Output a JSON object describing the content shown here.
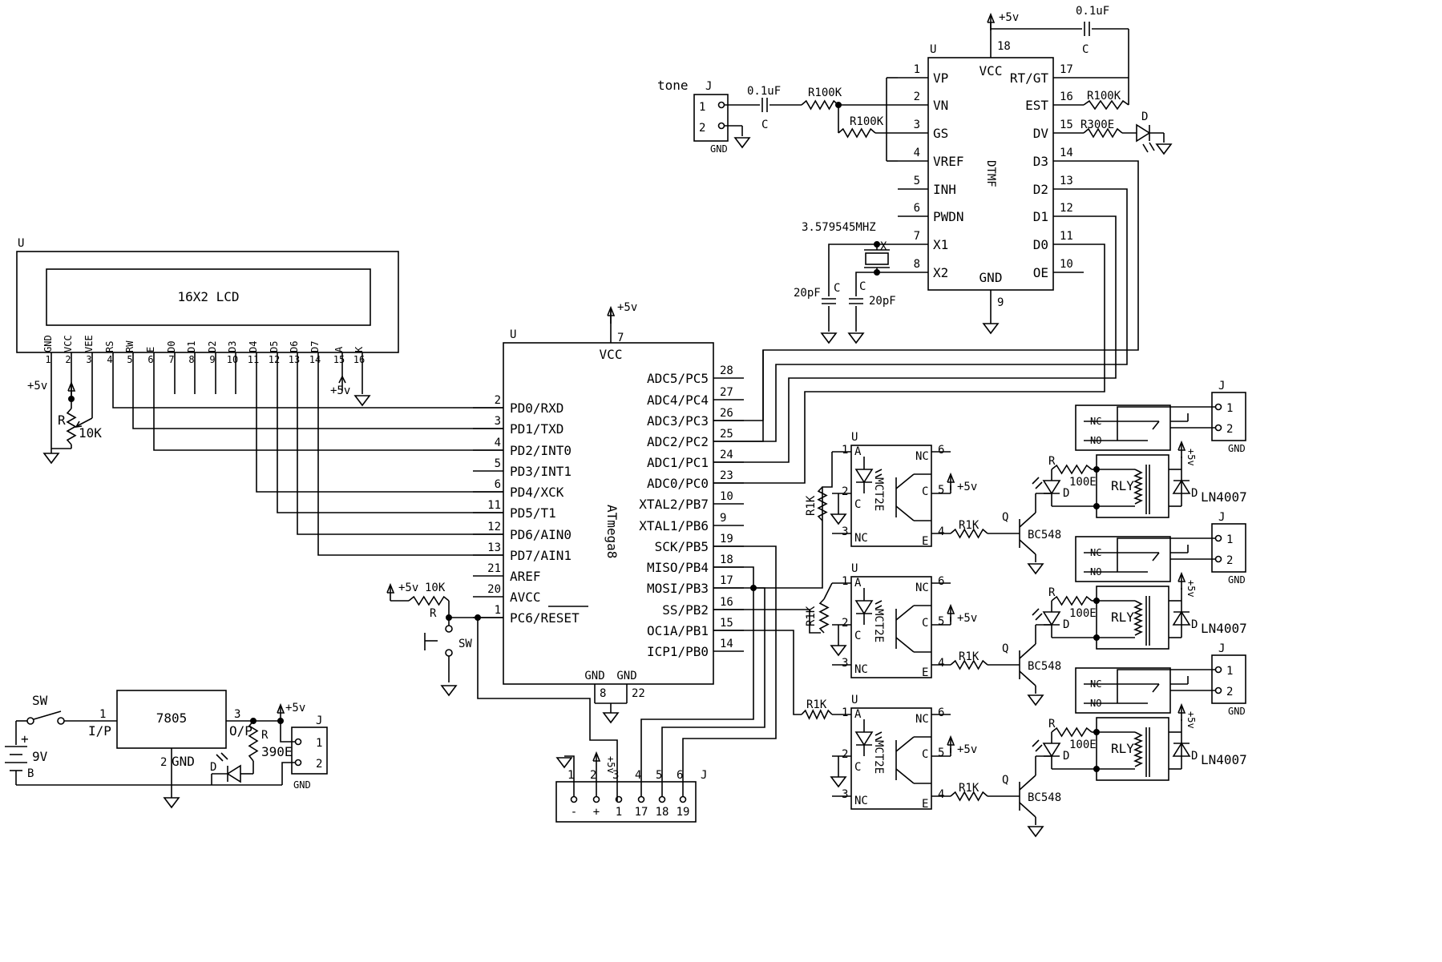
{
  "lcd": {
    "ref": "U",
    "name": "16X2 LCD",
    "pins": [
      {
        "num": "1",
        "name": "GND"
      },
      {
        "num": "2",
        "name": "VCC"
      },
      {
        "num": "3",
        "name": "VEE"
      },
      {
        "num": "4",
        "name": "RS"
      },
      {
        "num": "5",
        "name": "RW"
      },
      {
        "num": "6",
        "name": "E"
      },
      {
        "num": "7",
        "name": "D0"
      },
      {
        "num": "8",
        "name": "D1"
      },
      {
        "num": "9",
        "name": "D2"
      },
      {
        "num": "10",
        "name": "D3"
      },
      {
        "num": "11",
        "name": "D4"
      },
      {
        "num": "12",
        "name": "D5"
      },
      {
        "num": "13",
        "name": "D6"
      },
      {
        "num": "14",
        "name": "D7"
      },
      {
        "num": "15",
        "name": "A"
      },
      {
        "num": "16",
        "name": "K"
      }
    ],
    "supply": "+5v",
    "pot_ref": "R",
    "pot_value": "10K",
    "backlight_supply": "+5v"
  },
  "mcu": {
    "ref": "U",
    "name": "ATmega8",
    "vcc_pin": "7",
    "vcc_label": "VCC",
    "supply": "+5v",
    "left_pins": [
      {
        "num": "2",
        "name": "PD0/RXD"
      },
      {
        "num": "3",
        "name": "PD1/TXD"
      },
      {
        "num": "4",
        "name": "PD2/INT0"
      },
      {
        "num": "5",
        "name": "PD3/INT1"
      },
      {
        "num": "6",
        "name": "PD4/XCK"
      },
      {
        "num": "11",
        "name": "PD5/T1"
      },
      {
        "num": "12",
        "name": "PD6/AIN0"
      },
      {
        "num": "13",
        "name": "PD7/AIN1"
      },
      {
        "num": "21",
        "name": "AREF"
      },
      {
        "num": "20",
        "name": "AVCC"
      },
      {
        "num": "1",
        "name": "PC6/RESET"
      }
    ],
    "right_pins": [
      {
        "num": "28",
        "name": "ADC5/PC5"
      },
      {
        "num": "27",
        "name": "ADC4/PC4"
      },
      {
        "num": "26",
        "name": "ADC3/PC3"
      },
      {
        "num": "25",
        "name": "ADC2/PC2"
      },
      {
        "num": "24",
        "name": "ADC1/PC1"
      },
      {
        "num": "23",
        "name": "ADC0/PC0"
      },
      {
        "num": "10",
        "name": "XTAL2/PB7"
      },
      {
        "num": "9",
        "name": "XTAL1/PB6"
      },
      {
        "num": "19",
        "name": "SCK/PB5"
      },
      {
        "num": "18",
        "name": "MISO/PB4"
      },
      {
        "num": "17",
        "name": "MOSI/PB3"
      },
      {
        "num": "16",
        "name": "SS/PB2"
      },
      {
        "num": "15",
        "name": "OC1A/PB1"
      },
      {
        "num": "14",
        "name": "ICP1/PB0"
      }
    ],
    "gnd_label_1": "GND",
    "gnd_label_2": "GND",
    "gnd_pin_1": "8",
    "gnd_pin_2": "22"
  },
  "reset": {
    "supply": "+5v",
    "r_ref": "R",
    "r_value": "10K",
    "sw_ref": "SW"
  },
  "dtmf": {
    "ref": "U",
    "name": "DTMF",
    "vcc_pin": "18",
    "vcc_label": "VCC",
    "gnd_pin": "9",
    "gnd_label": "GND",
    "supply": "+5v",
    "left_pins": [
      {
        "num": "1",
        "name": "VP"
      },
      {
        "num": "2",
        "name": "VN"
      },
      {
        "num": "3",
        "name": "GS"
      },
      {
        "num": "4",
        "name": "VREF"
      },
      {
        "num": "5",
        "name": "INH"
      },
      {
        "num": "6",
        "name": "PWDN"
      },
      {
        "num": "7",
        "name": "X1"
      },
      {
        "num": "8",
        "name": "X2"
      }
    ],
    "right_pins": [
      {
        "num": "17",
        "name": "RT/GT"
      },
      {
        "num": "16",
        "name": "EST"
      },
      {
        "num": "15",
        "name": "DV"
      },
      {
        "num": "14",
        "name": "D3"
      },
      {
        "num": "13",
        "name": "D2"
      },
      {
        "num": "12",
        "name": "D1"
      },
      {
        "num": "11",
        "name": "D0"
      },
      {
        "num": "10",
        "name": "OE"
      }
    ],
    "cap_top_value": "0.1uF",
    "cap_top_ref": "C",
    "r_est_value": "R100K",
    "r_dv_value": "R300E",
    "led_ref": "D",
    "crystal_value": "3.579545MHZ",
    "crystal_ref": "X",
    "cap_x1_ref": "C",
    "cap_x1_value": "20pF",
    "cap_x2_ref": "C",
    "cap_x2_value": "20pF",
    "tone_label": "tone",
    "tone_jack_ref": "J",
    "tone_pin1": "1",
    "tone_pin2": "2",
    "tone_gnd": "GND",
    "tone_cap_value": "0.1uF",
    "tone_cap_ref": "C",
    "r_in_value": "R100K",
    "r_fb_value": "R100K"
  },
  "relay_channels": [
    {
      "opto_ref": "U",
      "opto_name": "MCT2E",
      "pin_a_num": "1",
      "pin_a": "A",
      "pin_c_num": "2",
      "pin_c": "C",
      "pin_nc_num": "3",
      "pin_nc": "NC",
      "pin_nc6_num": "6",
      "pin_nc6": "NC",
      "pin_c5_num": "5",
      "pin_c5": "C",
      "pin_e_num": "4",
      "pin_e": "E",
      "opto_supply": "+5v",
      "r_in": "R1K",
      "r_base": "R1K",
      "q_ref": "Q",
      "q_name": "BC548",
      "led_r_ref": "R",
      "led_r_value": "100E",
      "led_ref": "D",
      "relay_name": "RLY",
      "relay_nc": "NC",
      "relay_no": "NO",
      "diode_ref": "D",
      "diode_name": "LN4007",
      "relay_supply": "+5v",
      "jack_ref": "J",
      "jack_pin1": "1",
      "jack_pin2": "2",
      "jack_gnd": "GND"
    },
    {
      "opto_ref": "U",
      "opto_name": "MCT2E",
      "pin_a_num": "1",
      "pin_a": "A",
      "pin_c_num": "2",
      "pin_c": "C",
      "pin_nc_num": "3",
      "pin_nc": "NC",
      "pin_nc6_num": "6",
      "pin_nc6": "NC",
      "pin_c5_num": "5",
      "pin_c5": "C",
      "pin_e_num": "4",
      "pin_e": "E",
      "opto_supply": "+5v",
      "r_in": "R1K",
      "r_base": "R1K",
      "q_ref": "Q",
      "q_name": "BC548",
      "led_r_ref": "R",
      "led_r_value": "100E",
      "led_ref": "D",
      "relay_name": "RLY",
      "relay_nc": "NC",
      "relay_no": "NO",
      "diode_ref": "D",
      "diode_name": "LN4007",
      "relay_supply": "+5v",
      "jack_ref": "J",
      "jack_pin1": "1",
      "jack_pin2": "2",
      "jack_gnd": "GND"
    },
    {
      "opto_ref": "U",
      "opto_name": "MCT2E",
      "pin_a_num": "1",
      "pin_a": "A",
      "pin_c_num": "2",
      "pin_c": "C",
      "pin_nc_num": "3",
      "pin_nc": "NC",
      "pin_nc6_num": "6",
      "pin_nc6": "NC",
      "pin_c5_num": "5",
      "pin_c5": "C",
      "pin_e_num": "4",
      "pin_e": "E",
      "opto_supply": "+5v",
      "r_in": "R1K",
      "r_base": "R1K",
      "q_ref": "Q",
      "q_name": "BC548",
      "led_r_ref": "R",
      "led_r_value": "100E",
      "led_ref": "D",
      "relay_name": "RLY",
      "relay_nc": "NC",
      "relay_no": "NO",
      "diode_ref": "D",
      "diode_name": "LN4007",
      "relay_supply": "+5v",
      "jack_ref": "J",
      "jack_pin1": "1",
      "jack_pin2": "2",
      "jack_gnd": "GND"
    }
  ],
  "power": {
    "sw_ref": "SW",
    "battery_value": "9V",
    "battery_ref": "B",
    "battery_plus": "+",
    "regulator": "7805",
    "in_pin": "1",
    "in_label": "I/P",
    "out_pin": "3",
    "out_label": "O/P",
    "gnd_pin": "2",
    "gnd_label": "GND",
    "r_ref": "R",
    "r_value": "390E",
    "led_ref": "D",
    "supply": "+5v",
    "jack_ref": "J",
    "jack_pin1": "1",
    "jack_pin2": "2",
    "jack_gnd": "GND"
  },
  "isp": {
    "ref": "J",
    "pins": [
      "1",
      "2",
      "3",
      "4",
      "5",
      "6"
    ],
    "signals": [
      "-",
      "+",
      "1",
      "17",
      "18",
      "19"
    ],
    "supply": "+5v"
  }
}
